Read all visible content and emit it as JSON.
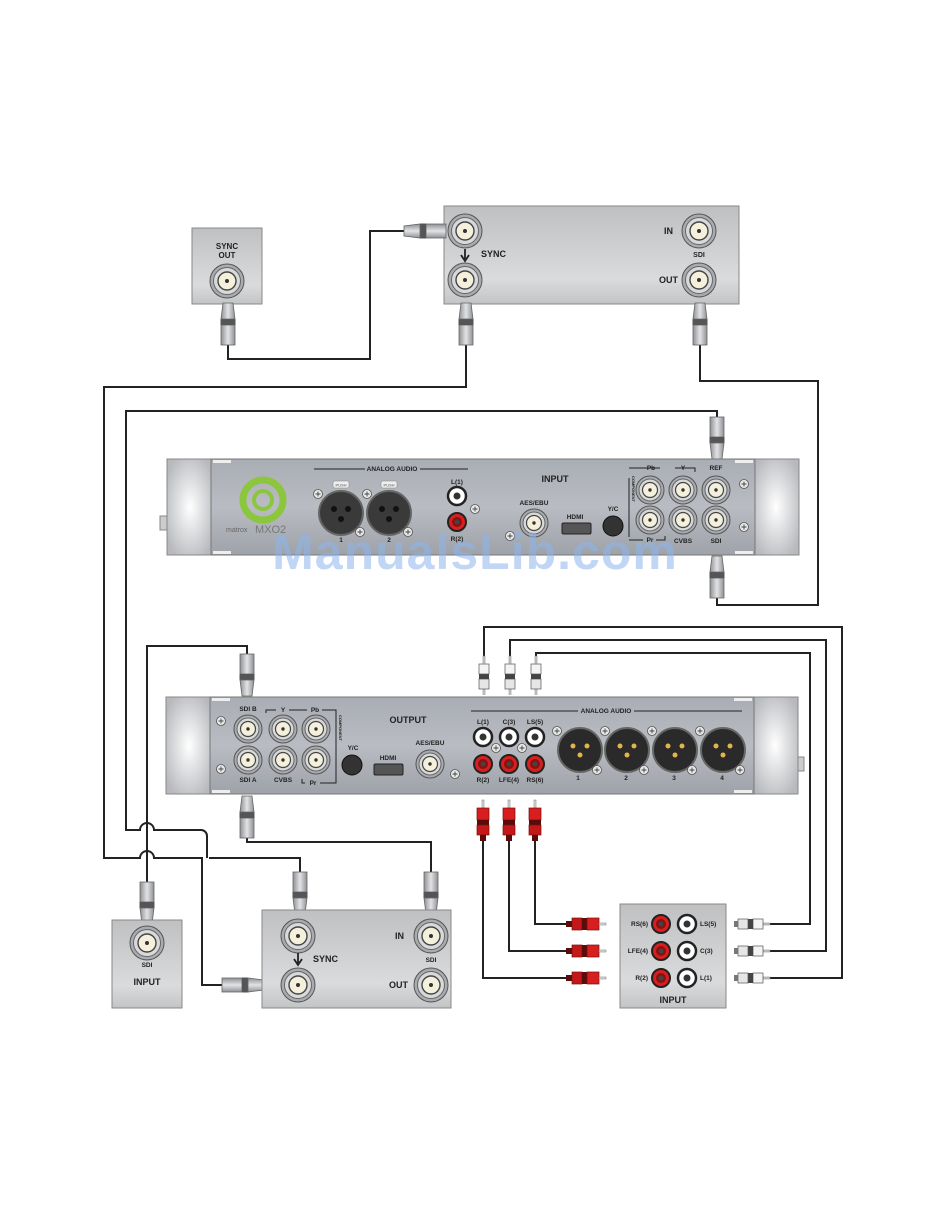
{
  "diagram": {
    "title": "MXO2 connection diagram",
    "watermark": "ManualsLib.com",
    "colors": {
      "cable": "#222222",
      "panel": "#c8c9cb",
      "chassis": "#9da1a8",
      "rca_red": "#d81e1e",
      "logo_green": "#8cc63f"
    },
    "sync_generator": {
      "label_line1": "SYNC",
      "label_line2": "OUT"
    },
    "top_deck": {
      "sync_label": "SYNC",
      "in_label": "IN",
      "sdi_label": "SDI",
      "out_label": "OUT"
    },
    "mxo_input_panel": {
      "brand": "matrox",
      "model": "MXO2",
      "analog_audio_label": "ANALOG AUDIO",
      "push_label": "PUSH",
      "xlr_labels": [
        "1",
        "2"
      ],
      "rca_l_label": "L(1)",
      "rca_r_label": "R(2)",
      "section_label": "INPUT",
      "aes_label": "AES/EBU",
      "hdmi_label": "HDMI",
      "yc_label": "Y/C",
      "pb_label": "Pb",
      "y_label": "Y",
      "pr_label": "Pr",
      "cvbs_label": "CVBS",
      "ref_label": "REF",
      "sdi_label": "SDI",
      "component_label": "COMPONENT"
    },
    "mxo_output_panel": {
      "sdi_b_label": "SDI B",
      "sdi_a_label": "SDI A",
      "y_label": "Y",
      "pb_label": "Pb",
      "pr_label": "Pr",
      "cvbs_label": "CVBS",
      "component_label": "COMPONENT",
      "yc_label": "Y/C",
      "hdmi_label": "HDMI",
      "section_label": "OUTPUT",
      "aes_label": "AES/EBU",
      "analog_audio_label": "ANALOG AUDIO",
      "rca_top_labels": [
        "L(1)",
        "C(3)",
        "LS(5)"
      ],
      "rca_bottom_labels": [
        "R(2)",
        "LFE(4)",
        "RS(6)"
      ],
      "xlr_labels": [
        "1",
        "2",
        "3",
        "4"
      ]
    },
    "monitor_input": {
      "sdi_label": "SDI",
      "input_label": "INPUT"
    },
    "bottom_deck": {
      "sync_label": "SYNC",
      "in_label": "IN",
      "sdi_label": "SDI",
      "out_label": "OUT"
    },
    "audio_receiver": {
      "left_labels": [
        "RS(6)",
        "LFE(4)",
        "R(2)"
      ],
      "right_labels": [
        "LS(5)",
        "C(3)",
        "L(1)"
      ],
      "input_label": "INPUT"
    }
  }
}
